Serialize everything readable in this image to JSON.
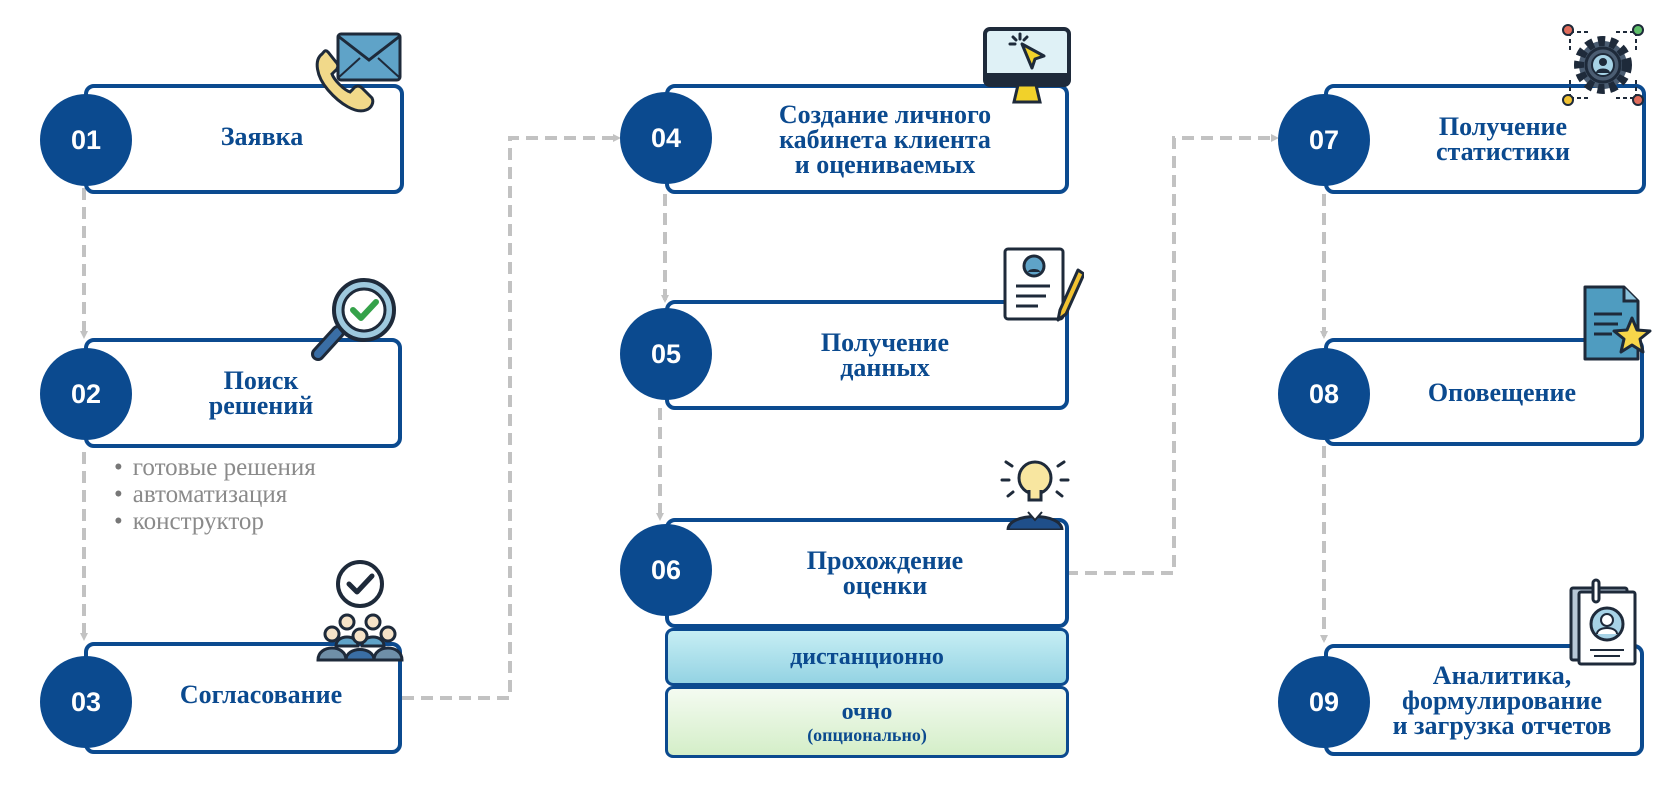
{
  "steps": [
    {
      "number": "01",
      "title": "Заявка"
    },
    {
      "number": "02",
      "title": "Поиск\nрешений"
    },
    {
      "number": "03",
      "title": "Согласование"
    },
    {
      "number": "04",
      "title": "Создание личного\nкабинета клиента\nи оцениваемых"
    },
    {
      "number": "05",
      "title": "Получение\nданных"
    },
    {
      "number": "06",
      "title": "Прохождение\nоценки"
    },
    {
      "number": "07",
      "title": "Получение\nстатистики"
    },
    {
      "number": "08",
      "title": "Оповещение"
    },
    {
      "number": "09",
      "title": "Аналитика,\nформулирование\nи загрузка отчетов"
    }
  ],
  "search_options": [
    "готовые решения",
    "автоматизация",
    "конструктор"
  ],
  "assessment_modes": {
    "remote": "дистанционно",
    "in_person": "очно",
    "in_person_note": "(опционально)"
  },
  "icons": [
    "phone-mail-icon",
    "magnifier-check-icon",
    "team-approval-icon",
    "monitor-cursor-icon",
    "profile-document-icon",
    "idea-person-icon",
    "gear-network-icon",
    "document-star-icon",
    "profile-card-icon"
  ],
  "colors": {
    "primary": "#0b4a8f",
    "connector": "#c2c2c2",
    "remote_fill": "#a9dde8",
    "in_person_fill": "#e3f4dc",
    "bullet_text": "#8a8a8a"
  }
}
